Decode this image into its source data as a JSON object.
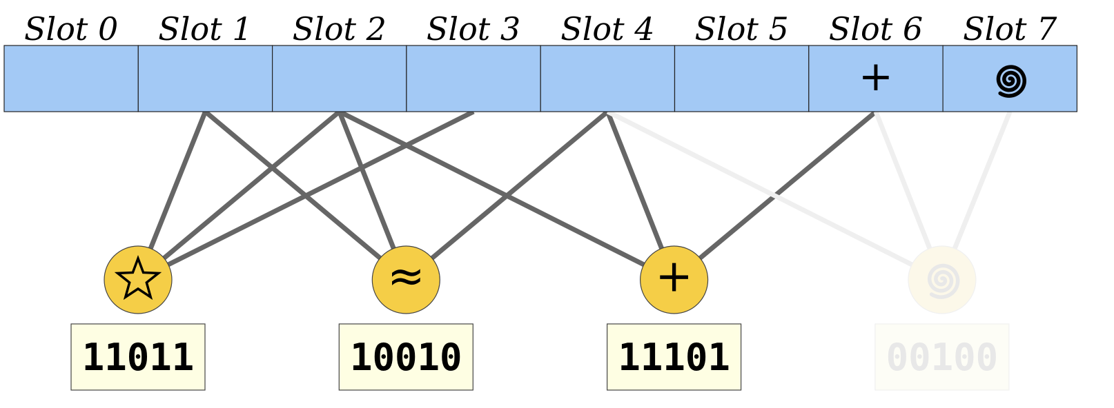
{
  "slots": [
    {
      "label": "Slot 0",
      "symbol": ""
    },
    {
      "label": "Slot 1",
      "symbol": ""
    },
    {
      "label": "Slot 2",
      "symbol": ""
    },
    {
      "label": "Slot 3",
      "symbol": ""
    },
    {
      "label": "Slot 4",
      "symbol": ""
    },
    {
      "label": "Slot 5",
      "symbol": ""
    },
    {
      "label": "Slot 6",
      "symbol": "+"
    },
    {
      "label": "Slot 7",
      "symbol": "spiral"
    }
  ],
  "items": [
    {
      "symbol": "star",
      "code": "11011",
      "faded": false
    },
    {
      "symbol": "≈",
      "code": "10010",
      "faded": false
    },
    {
      "symbol": "+",
      "code": "11101",
      "faded": false
    },
    {
      "symbol": "spiral",
      "code": "00100",
      "faded": true
    }
  ],
  "connections": [
    {
      "slot": 1,
      "item": 0,
      "faded": false
    },
    {
      "slot": 2,
      "item": 0,
      "faded": false
    },
    {
      "slot": 3,
      "item": 0,
      "faded": false
    },
    {
      "slot": 1,
      "item": 1,
      "faded": false
    },
    {
      "slot": 2,
      "item": 1,
      "faded": false
    },
    {
      "slot": 4,
      "item": 1,
      "faded": false
    },
    {
      "slot": 2,
      "item": 2,
      "faded": false
    },
    {
      "slot": 4,
      "item": 2,
      "faded": false
    },
    {
      "slot": 6,
      "item": 2,
      "faded": false
    },
    {
      "slot": 4,
      "item": 3,
      "faded": true
    },
    {
      "slot": 6,
      "item": 3,
      "faded": true
    },
    {
      "slot": 7,
      "item": 3,
      "faded": true
    }
  ],
  "colors": {
    "slot_fill": "#a3c9f5",
    "slot_stroke": "#222222",
    "node_fill": "#f5ce47",
    "node_stroke": "#444444",
    "code_fill": "#fefee3",
    "code_stroke": "#444444",
    "line": "#666666",
    "faded_line": "#efefef",
    "faded_node_fill": "#fcf8e9",
    "faded_node_stroke": "#f0f0f0",
    "faded_code_fill": "#fdfdf6",
    "faded_code_stroke": "#f0f0f0",
    "faded_text": "#e8e8e8"
  }
}
